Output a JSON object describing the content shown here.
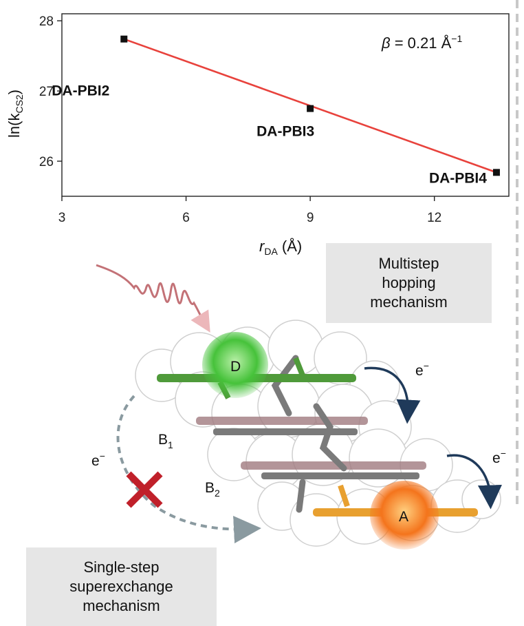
{
  "chart_data": {
    "type": "scatter",
    "x_values": [
      4.5,
      9.0,
      13.5
    ],
    "y_values": [
      27.74,
      26.75,
      25.84
    ],
    "point_labels": [
      "DA-PBI2",
      "DA-PBI3",
      "DA-PBI4"
    ],
    "fit_line": {
      "x": [
        4.5,
        13.5
      ],
      "y": [
        27.74,
        25.84
      ],
      "color": "#e8423c"
    },
    "xlabel_main": "r",
    "xlabel_sub": "DA",
    "xlabel_unit": " (Å)",
    "ylabel_main": "ln(k",
    "ylabel_sub": "CS2",
    "ylabel_close": ")",
    "xlim": [
      3,
      13.8
    ],
    "ylim": [
      25.5,
      28.1
    ],
    "xticks": [
      3,
      6,
      9,
      12
    ],
    "yticks": [
      26,
      27,
      28
    ],
    "annotation_beta": "β",
    "annotation_value": " = 0.21 Å",
    "annotation_sup": "−1",
    "marker_color": "#111111",
    "grid": false
  },
  "scene": {
    "hopping_box": [
      "Multistep",
      "hopping",
      "mechanism"
    ],
    "superexchange_box": [
      "Single-step",
      "superexchange",
      "mechanism"
    ],
    "donor_label": "D",
    "acceptor_label": "A",
    "bridge1_main": "B",
    "bridge1_sub": "1",
    "bridge2_main": "B",
    "bridge2_sub": "2",
    "electron_main": "e",
    "electron_sup": "−",
    "colors": {
      "donor": "#3fbf3f",
      "acceptor": "#f07a1a",
      "green_molecule": "#4f9a3a",
      "orange_molecule": "#e8a030",
      "gray_bridge": "#7a7a7a",
      "pink_bridge": "#a07a80",
      "hop_arrow": "#1f3a5a",
      "dashed_arrow": "#8a9aa0",
      "cross": "#c0202a",
      "light_wave": "#b0434a",
      "divider": "#c8c8c8"
    }
  }
}
